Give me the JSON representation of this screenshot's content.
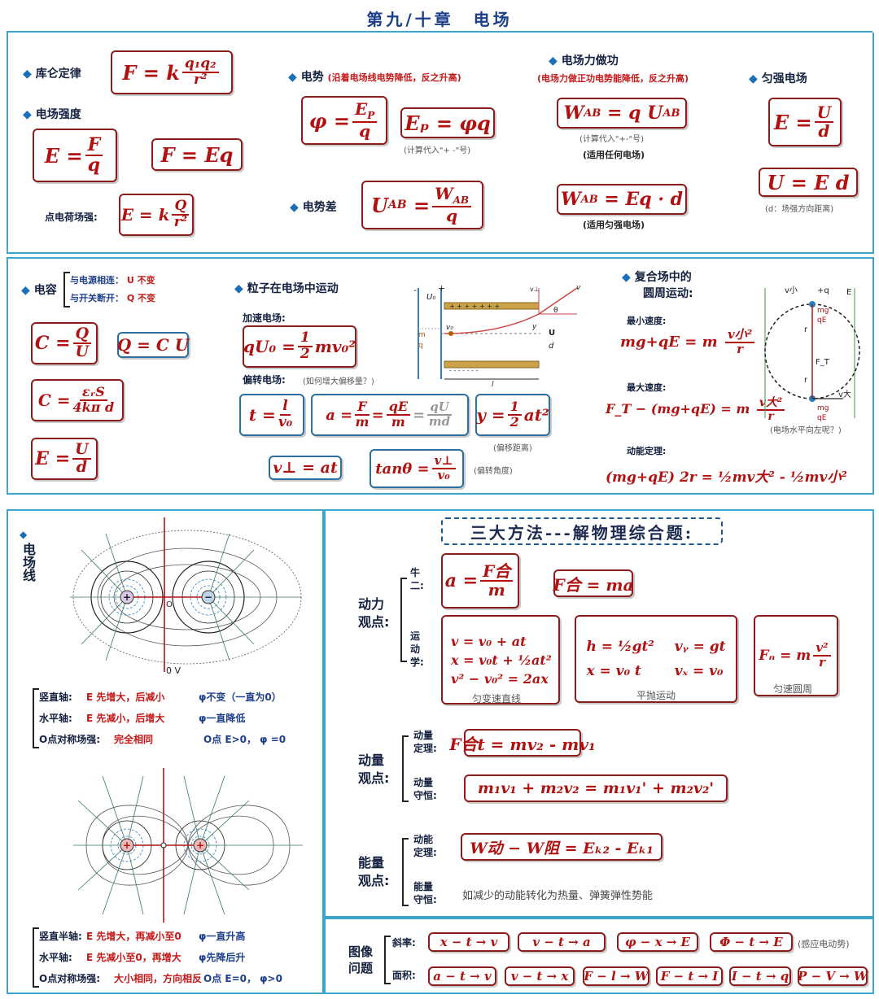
{
  "title": "第九/十章　电场",
  "sec1": {
    "coulomb_label": "库仑定律",
    "coulomb": {
      "F": "F",
      "k": "k",
      "num": "q₁q₂",
      "den": "r²"
    },
    "field_label": "电场强度",
    "field_def": {
      "E": "E",
      "num": "F",
      "den": "q"
    },
    "force": "F = Eq",
    "point_label": "点电荷场强:",
    "point": {
      "lhs": "E = k",
      "num": "Q",
      "den": "r²"
    },
    "potential_label": "电势",
    "potential_note": "(沿着电场线电势降低，反之升高)",
    "phi_def": {
      "lhs": "φ =",
      "num": "E",
      "num_sub": "P",
      "den": "q"
    },
    "ep": "Eₚ = φq",
    "ep_note": "(计算代入\"+ -\"号)",
    "pdiff_label": "电势差",
    "uab": {
      "lhs": "U",
      "lhs_sub": "AB",
      "eq": "=",
      "num": "W",
      "num_sub": "AB",
      "den": "q"
    },
    "work_label": "电场力做功",
    "work_note": "(电场力做正功电势能降低，反之升高)",
    "wab1": "W",
    "wab1_sub": "AB",
    "wab1_rhs": "= q U",
    "wab1_rhs_sub": "AB",
    "wab1_note1": "(计算代入\"+-\"号)",
    "wab1_note2": "(适用任何电场)",
    "wab2_rhs": "= Eq · d",
    "wab2_note": "(适用匀强电场)",
    "uniform_label": "匀强电场",
    "eud": {
      "lhs": "E =",
      "num": "U",
      "den": "d"
    },
    "ued": "U = E d",
    "d_note": "(d：场强方向距离)"
  },
  "sec2": {
    "cap_label": "电容",
    "cap_rule1": "与电源相连：",
    "cap_rule1_v": "U 不变",
    "cap_rule2": "与开关断开：",
    "cap_rule2_v": "Q 不变",
    "c_def": {
      "lhs": "C =",
      "num": "Q",
      "den": "U"
    },
    "q_cu": "Q = C U",
    "c_plate": {
      "lhs": "C =",
      "num": "εᵣS",
      "den": "4kπ d"
    },
    "e_ud": {
      "lhs": "E =",
      "num": "U",
      "den": "d"
    },
    "motion_label": "粒子在电场中运动",
    "accel_label": "加速电场:",
    "accel": {
      "lhs": "qU₀ =",
      "num": "1",
      "den": "2",
      "rhs": "mv₀²"
    },
    "deflect_label": "偏转电场:",
    "deflect_note": "(如何增大偏移量？)",
    "t_eq": {
      "lhs": "t =",
      "num": "l",
      "den": "v₀"
    },
    "a_eq": {
      "lhs": "a =",
      "n1": "F",
      "d1": "m",
      "eq": "=",
      "n2": "qE",
      "d2": "m",
      "eq2": "=",
      "n3": "qU",
      "d3": "md"
    },
    "y_eq": {
      "lhs": "y =",
      "num": "1",
      "den": "2",
      "rhs": "at²"
    },
    "y_note": "(偏移距离)",
    "vperp": "v⊥ = at",
    "tan_eq": {
      "lhs": "tanθ =",
      "num": "v⊥",
      "den": "v₀"
    },
    "tan_note": "(偏转角度)",
    "diagram": {
      "u0": "U₀",
      "m": "m",
      "q": "q",
      "v0": "v₀",
      "plate_top": "+ + + + + + +",
      "plate_bot": "- - - - - - -",
      "U": "U",
      "d": "d",
      "l": "l",
      "y": "y",
      "theta": "θ",
      "v": "v",
      "vperp": "v⊥",
      "minus": "-",
      "plus": "+"
    },
    "circ_label": "复合场中的",
    "circ_label2": "圆周运动:",
    "min_label": "最小速度:",
    "min_eq": {
      "lhs": "mg+qE = m",
      "num": "v小²",
      "den": "r"
    },
    "max_label": "最大速度:",
    "max_eq": {
      "lhs": "F_T − (mg+qE) = m",
      "num": "v大²",
      "den": "r"
    },
    "ke_label": "动能定理:",
    "ke_eq": "(mg+qE) 2r = ½mv大² - ½mv小²",
    "circ_note": "(电场水平向左呢？)",
    "circle": {
      "vtop": "v小",
      "q": "+q",
      "E": "E",
      "mg": "mg",
      "qE": "qE",
      "r": "r",
      "FT": "F_T",
      "vbot": "v大"
    }
  },
  "sec3": {
    "lines_label": "电场线",
    "d1": {
      "zero": "0 V",
      "o": "O"
    },
    "d1_rows": [
      {
        "k": "竖直轴:",
        "a": "E 先增大，后减小",
        "b": "φ不变（一直为0）"
      },
      {
        "k": "水平轴:",
        "a": "E 先减小，后增大",
        "b": "φ一直降低"
      },
      {
        "k": "O点对称场强:",
        "a": "完全相同",
        "b": "O点  E>0，  φ =0"
      }
    ],
    "d2_rows": [
      {
        "k": "竖直半轴:",
        "a": "E 先增大，再减小至0",
        "b": "φ一直升高"
      },
      {
        "k": "水平轴:",
        "a": "E 先减小至0，再增大",
        "b": "φ先降后升"
      },
      {
        "k": "O点对称场强:",
        "a": "大小相同，方向相反",
        "b": "O点  E=0，  φ>0"
      }
    ]
  },
  "sec4": {
    "banner": "三大方法---解物理综合题:",
    "dyn_label": "动力\n观点:",
    "newton": "牛\n二:",
    "kin": "运\n动\n学:",
    "a_eq": {
      "lhs": "a =",
      "num": "F合",
      "den": "m"
    },
    "f_ma": "F合 = ma",
    "kin1": [
      "v = v₀ + at",
      "x = v₀t + ½at²",
      "v² − v₀² = 2ax"
    ],
    "kin1_cap": "匀变速直线",
    "kin2a": [
      "h = ½gt²",
      "x = v₀ t"
    ],
    "kin2b": [
      "vᵧ = gt",
      "vₓ = v₀"
    ],
    "kin2_cap": "平抛运动",
    "circ": {
      "lhs": "Fₙ = m",
      "num": "v²",
      "den": "r"
    },
    "circ_cap": "匀速圆周",
    "mom_label": "动量\n观点:",
    "impulse_lbl": "动量\n定理:",
    "impulse": "F合t = mv₂ - mv₁",
    "cons_lbl": "动量\n守恒:",
    "cons": "m₁v₁ + m₂v₂ = m₁v₁' + m₂v₂'",
    "energy_label": "能量\n观点:",
    "ke_lbl": "动能\n定理:",
    "ke": "W动 − W阻 = Eₖ₂ - Eₖ₁",
    "ec_lbl": "能量\n守恒:",
    "ec_text": "如减少的动能转化为热量、弹簧弹性势能",
    "graph_label": "图像\n问题",
    "slope_lbl": "斜率:",
    "slopes": [
      "x − t → v",
      "v − t → a",
      "φ − x → E",
      "Φ − t → E"
    ],
    "slope_note": "(感应电动势)",
    "area_lbl": "面积:",
    "areas": [
      "a − t → v",
      "v − t → x",
      "F − l → W",
      "F − t → I",
      "I − t → q",
      "P − V → W"
    ]
  }
}
